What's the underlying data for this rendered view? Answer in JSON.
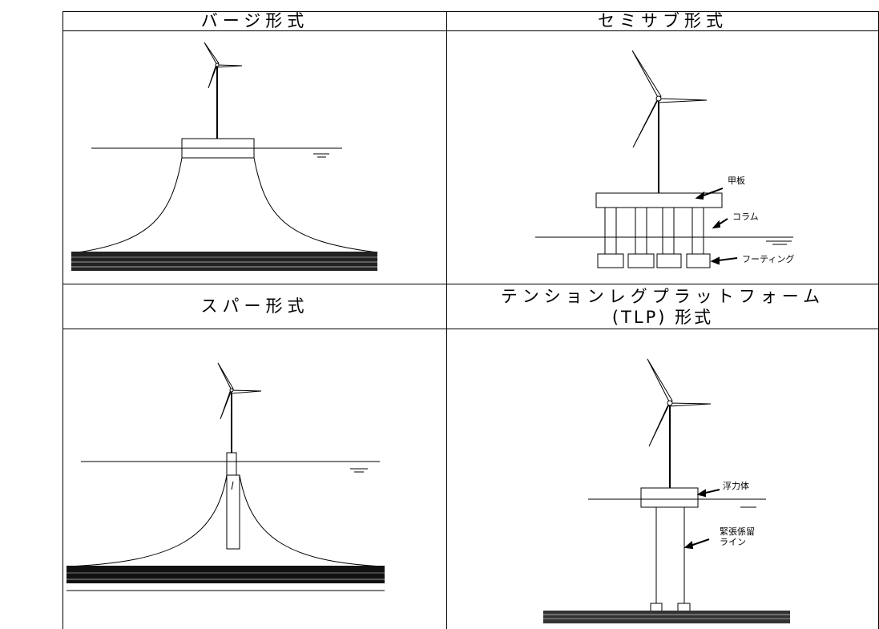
{
  "table": {
    "headers": {
      "barge": "バージ形式",
      "semisub": "セミサブ形式",
      "spar": "スパー形式",
      "tlp_line1": "テンションレグプラットフォーム",
      "tlp_line2": "(TLP) 形式"
    }
  },
  "diagrams": {
    "semisub": {
      "deck": "甲板",
      "column": "コラム",
      "footing": "フーティング"
    },
    "tlp": {
      "buoyancy": "浮力体",
      "tendon_line1": "緊張係留",
      "tendon_line2": "ライン"
    }
  },
  "colors": {
    "line": "#000000",
    "background": "#ffffff"
  }
}
